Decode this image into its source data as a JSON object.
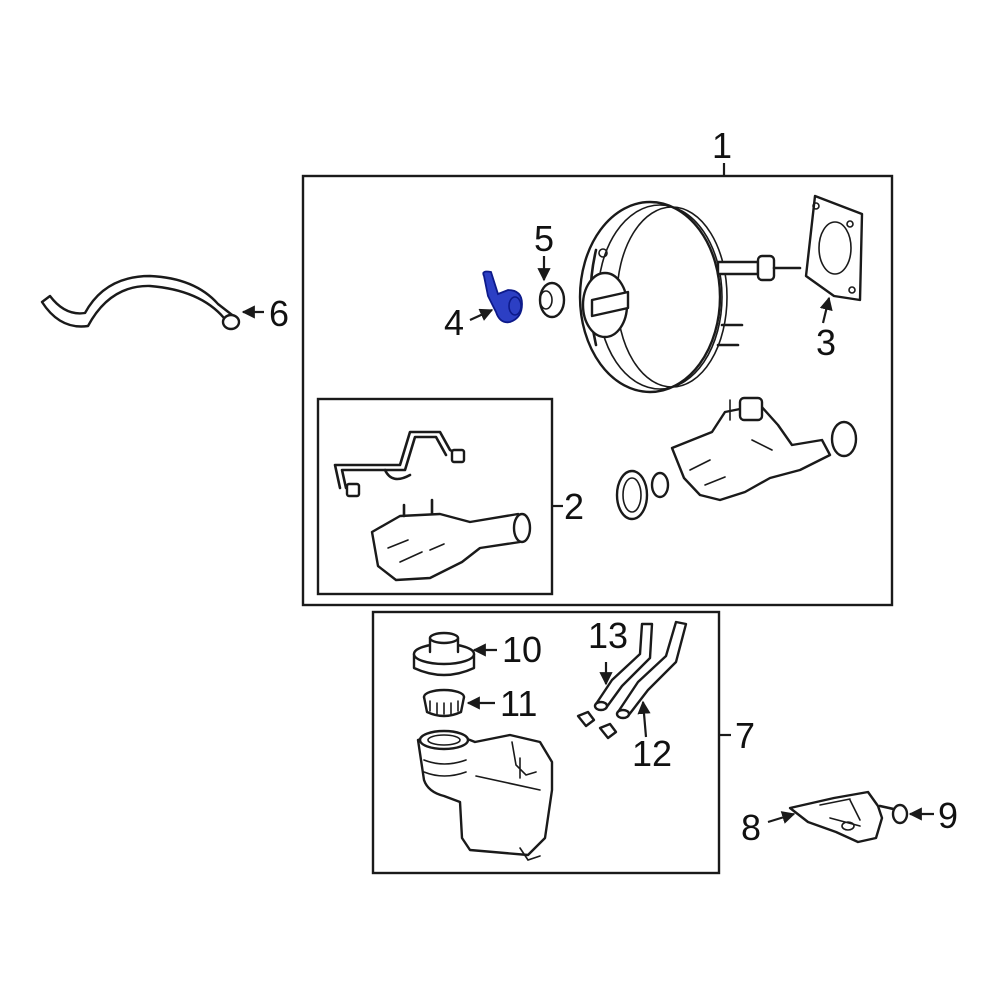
{
  "callouts": {
    "c1": "1",
    "c2": "2",
    "c3": "3",
    "c4": "4",
    "c5": "5",
    "c6": "6",
    "c7": "7",
    "c8": "8",
    "c9": "9",
    "c10": "10",
    "c11": "11",
    "c12": "12",
    "c13": "13"
  },
  "colors": {
    "highlight_part": "#2c3fc4",
    "line": "#1a1a1a",
    "background": "#ffffff"
  }
}
